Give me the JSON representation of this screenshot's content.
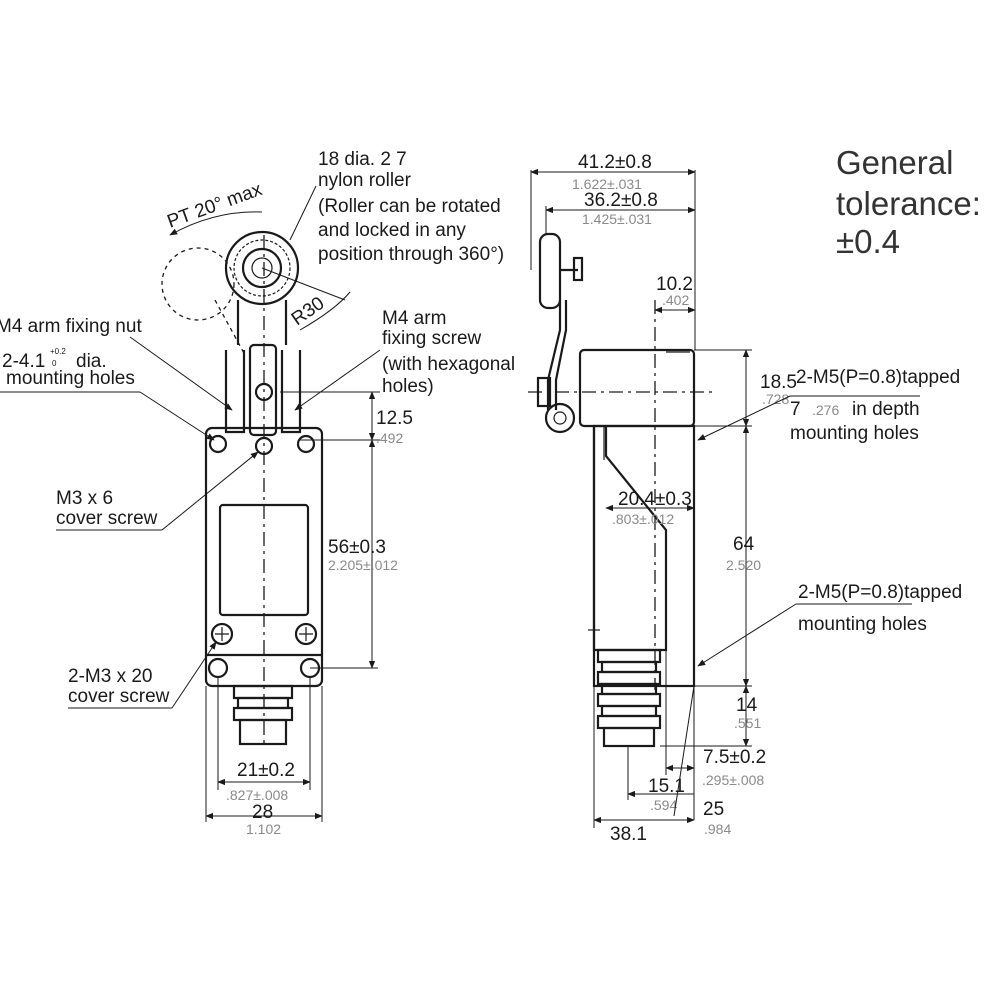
{
  "general_tolerance": {
    "line1": "General",
    "line2": "tolerance:",
    "line3": "±0.4"
  },
  "front_view": {
    "roller": {
      "line1": "18 dia.  2 7",
      "line2": "nylon roller",
      "line3": "(Roller can be rotated",
      "line4": "and locked in any",
      "line5": "position through 360°)"
    },
    "pt_angle": "PT  20° max",
    "radius": "R30",
    "arm_nut": "M4 arm fixing nut",
    "mount_holes": {
      "prefix": "2-4.1",
      "sup": "+0.2",
      "sub": "0",
      "suffix": "dia.",
      "line2": "mounting holes"
    },
    "arm_screw": {
      "line1": "M4 arm",
      "line2": "fixing screw",
      "line3": "(with hexagonal",
      "line4": "holes)"
    },
    "dim_12_5": {
      "mm": "12.5",
      "inch": ".492"
    },
    "cover_screw_m3x6": {
      "line1": "M3 x 6",
      "line2": "cover screw"
    },
    "dim_56": {
      "mm": "56±0.3",
      "inch": "2.205±.012"
    },
    "cover_screw_m3x20": {
      "line1": "2-M3 x 20",
      "line2": "cover screw"
    },
    "dim_21": {
      "mm": "21±0.2",
      "inch": ".827±.008"
    },
    "dim_28": {
      "mm": "28",
      "inch": "1.102"
    }
  },
  "side_view": {
    "dim_41_2": {
      "mm": "41.2±0.8",
      "inch": "1.622±.031"
    },
    "dim_36_2": {
      "mm": "36.2±0.8",
      "inch": "1.425±.031"
    },
    "dim_10_2": {
      "mm": "10.2",
      "inch": ".402"
    },
    "dim_18_5": {
      "mm": "18.5",
      "inch": ".728"
    },
    "tapped_top": {
      "line1": "2-M5(P=0.8)tapped",
      "line2_mm": "7",
      "line2_inch": ".276",
      "line2_rest": "in depth",
      "line3": "mounting holes"
    },
    "dim_20_4": {
      "mm": "20.4±0.3",
      "inch": ".803±.012"
    },
    "dim_64": {
      "mm": "64",
      "inch": "2.520"
    },
    "tapped_bottom": {
      "line1": "2-M5(P=0.8)tapped",
      "line2": "mounting holes"
    },
    "dim_14": {
      "mm": "14",
      "inch": ".551"
    },
    "dim_7_5": {
      "mm": "7.5±0.2",
      "inch": ".295±.008"
    },
    "dim_15_1": {
      "mm": "15.1",
      "inch": ".594"
    },
    "dim_25": {
      "mm": "25",
      "inch": ".984"
    },
    "dim_38_1": {
      "mm": "38.1"
    }
  }
}
